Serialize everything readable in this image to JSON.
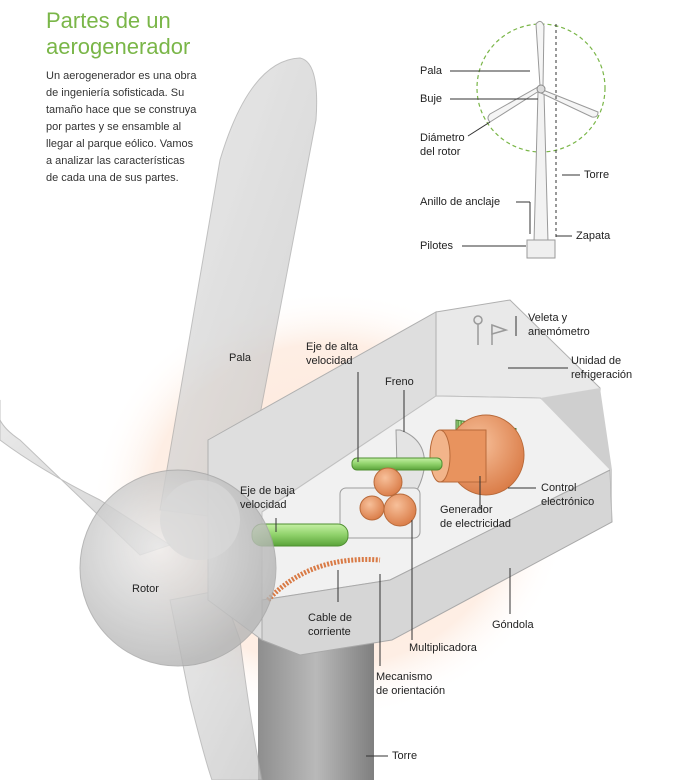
{
  "title": {
    "line1": "Partes de un",
    "line2": "aerogenerador"
  },
  "intro": [
    "Un aerogenerador es una obra",
    "de ingeniería sofisticada. Su",
    "tamaño hace que se construya",
    "por partes y se ensamble al",
    "llegar al parque eólico. Vamos",
    "a analizar las características",
    "de cada una de sus partes."
  ],
  "colors": {
    "title": "#7ab648",
    "accent_green": "#8fd16a",
    "copper": "#e8935e",
    "glow": "#fde7d9"
  },
  "small_diagram": {
    "labels": {
      "pala": "Pala",
      "buje": "Buje",
      "diametro": [
        "Diámetro",
        "del rotor"
      ],
      "torre": "Torre",
      "anillo": "Anillo de anclaje",
      "zapata": "Zapata",
      "pilotes": "Pilotes"
    }
  },
  "main_diagram": {
    "labels": {
      "pala": "Pala",
      "rotor": "Rotor",
      "eje_alta": [
        "Eje de alta",
        "velocidad"
      ],
      "freno": "Freno",
      "veleta": [
        "Veleta y",
        "anemómetro"
      ],
      "refrigeracion": [
        "Unidad de",
        "refrigeración"
      ],
      "control": [
        "Control",
        "electrónico"
      ],
      "eje_baja": [
        "Eje de baja",
        "velocidad"
      ],
      "generador": [
        "Generador",
        "de electricidad"
      ],
      "cable": [
        "Cable de",
        "corriente"
      ],
      "multiplicadora": "Multiplicadora",
      "gondola": "Góndola",
      "mecanismo": [
        "Mecanismo",
        "de orientación"
      ],
      "torre": "Torre"
    }
  }
}
